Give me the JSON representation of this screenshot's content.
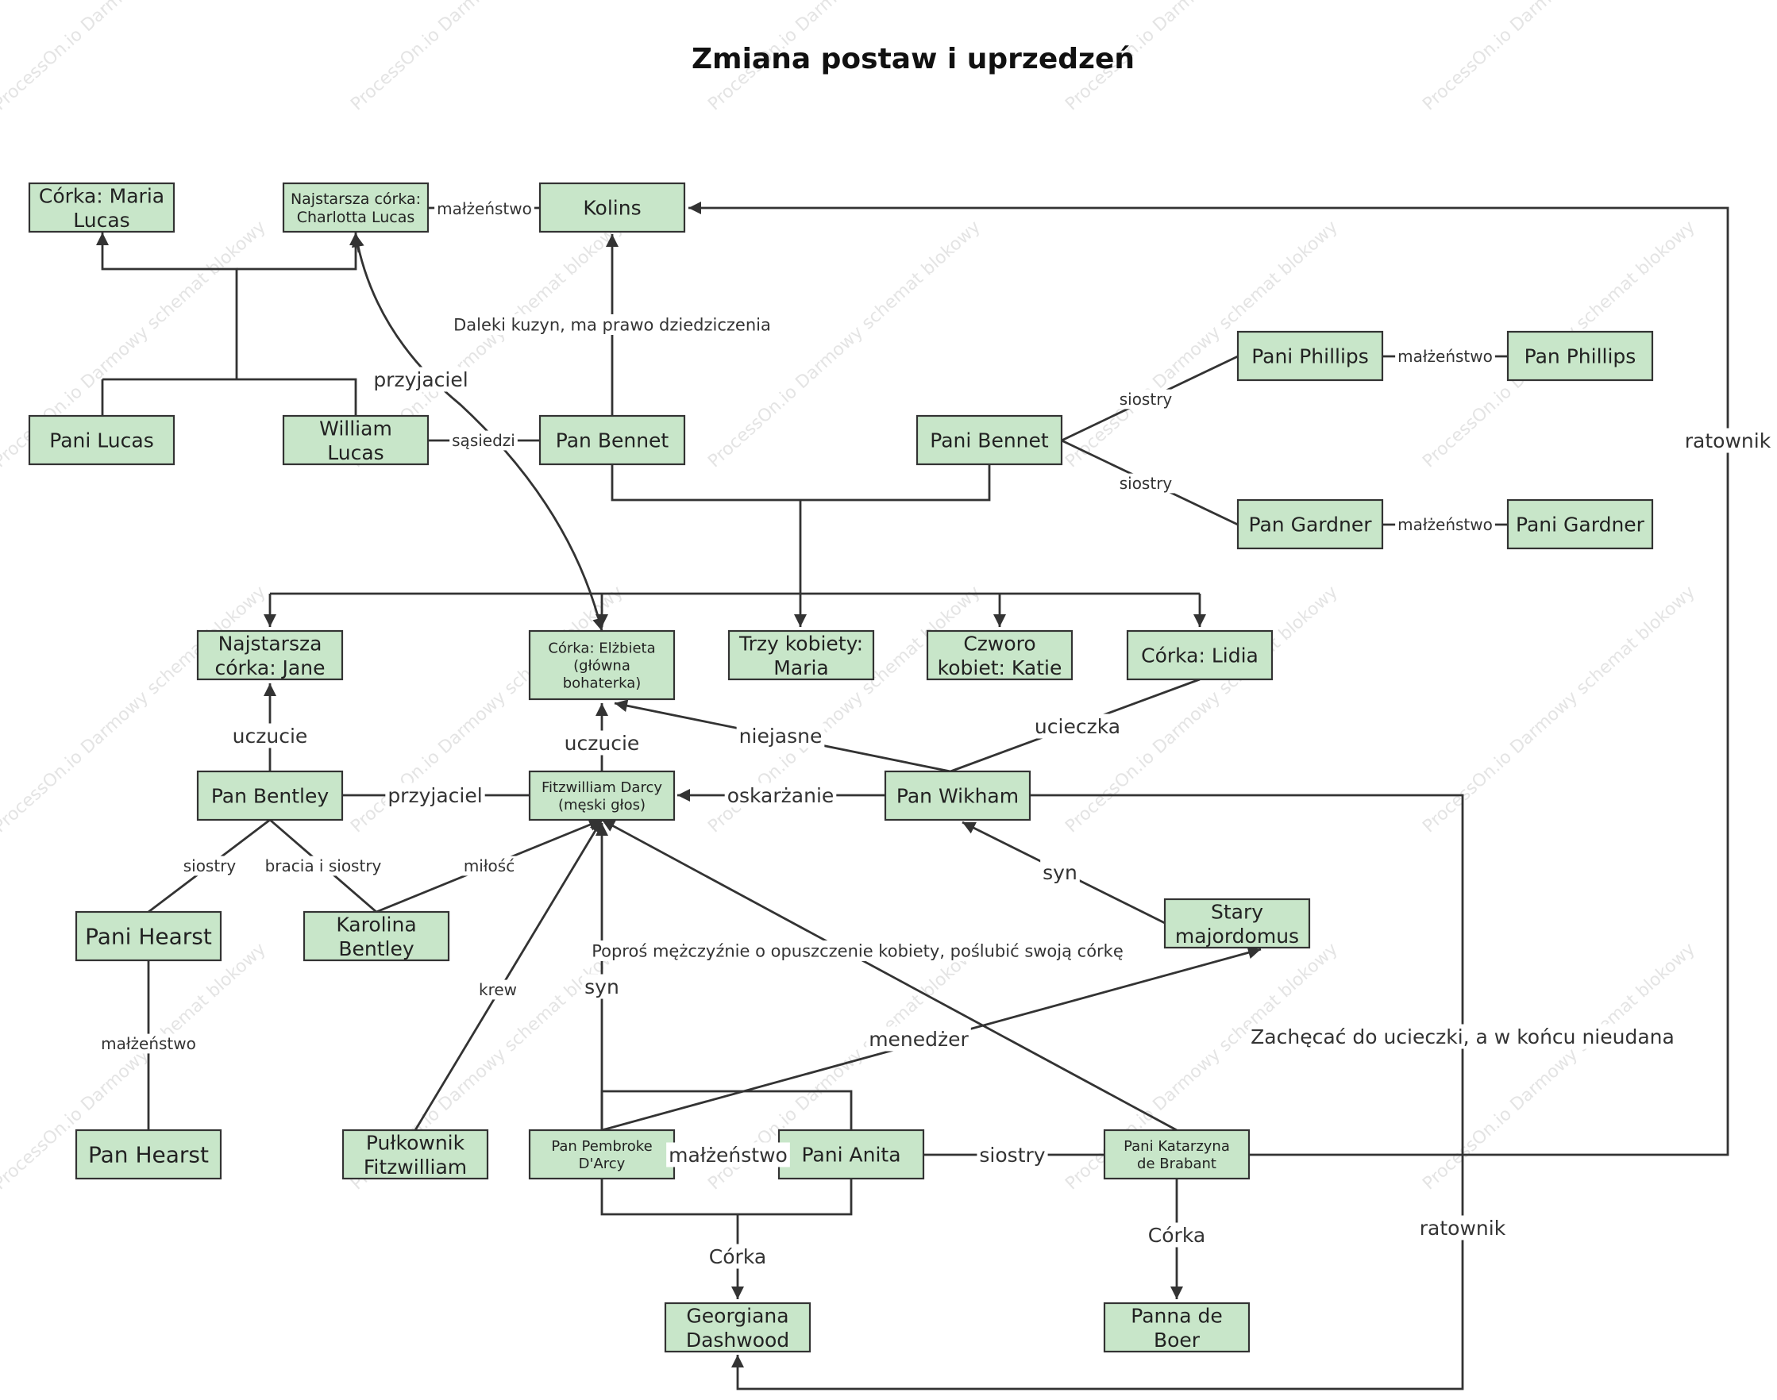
{
  "title": "Zmiana postaw i uprzedzeń",
  "watermark": "ProcessOn.io Darmowy schemat blokowy",
  "colors": {
    "node_fill": "#c8e6c9",
    "node_border": "#333333",
    "line": "#333333"
  },
  "nodes": {
    "maria_lucas": "Córka: Maria Lucas",
    "charlotta": "Najstarsza córka: Charlotta Lucas",
    "kolins": "Kolins",
    "pani_lucas": "Pani Lucas",
    "william_lucas": "William Lucas",
    "pan_bennet": "Pan Bennet",
    "pani_bennet": "Pani Bennet",
    "pani_phillips": "Pani Phillips",
    "pan_phillips": "Pan Phillips",
    "pan_gardner": "Pan Gardner",
    "pani_gardner": "Pani Gardner",
    "jane": "Najstarsza córka: Jane",
    "elzbieta": "Córka: Elżbieta (główna bohaterka)",
    "maria": "Trzy kobiety: Maria",
    "katie": "Czworo kobiet: Katie",
    "lidia": "Córka: Lidia",
    "bentley": "Pan Bentley",
    "darcy": "Fitzwilliam Darcy (męski głos)",
    "wikham": "Pan Wikham",
    "majordomus": "Stary majordomus",
    "pani_hearst": "Pani Hearst",
    "karolina": "Karolina Bentley",
    "pan_hearst": "Pan Hearst",
    "pulkownik": "Pułkownik Fitzwilliam",
    "pembroke": "Pan Pembroke D'Arcy",
    "anita": "Pani Anita",
    "katarzyna": "Pani Katarzyna de Brabant",
    "georgiana": "Georgiana Dashwood",
    "de_boer": "Panna de Boer"
  },
  "edge_labels": {
    "charlotta_kolins": "małżeństwo",
    "cousin": "Daleki kuzyn, ma prawo dziedziczenia",
    "friend_charlotta": "przyjaciel",
    "neighbours": "sąsiedzi",
    "sisters_phillips": "siostry",
    "sisters_gardner": "siostry",
    "phillips_marriage": "małżeństwo",
    "gardner_marriage": "małżeństwo",
    "rescuer_top": "ratownik",
    "feeling_jane": "uczucie",
    "feeling_elzbieta": "uczucie",
    "unclear": "niejasne",
    "escape": "ucieczka",
    "friend_darcy": "przyjaciel",
    "accusation": "oskarżanie",
    "son_wikham": "syn",
    "sisters_hearst": "siostry",
    "siblings": "bracia i siostry",
    "love": "miłość",
    "ask_leave": "Poproś mężczyźnie o opuszczenie kobiety, poślubić swoją córkę",
    "blood": "krew",
    "son_darcy": "syn",
    "hearst_marriage": "małżeństwo",
    "manager": "menedżer",
    "encourage_escape": "Zachęcać do ucieczki, a w końcu nieudana",
    "pembroke_marriage": "małżeństwo",
    "sisters_katarzyna": "siostry",
    "daughter_georgiana": "Córka",
    "daughter_boer": "Córka",
    "rescuer_bottom": "ratownik"
  }
}
